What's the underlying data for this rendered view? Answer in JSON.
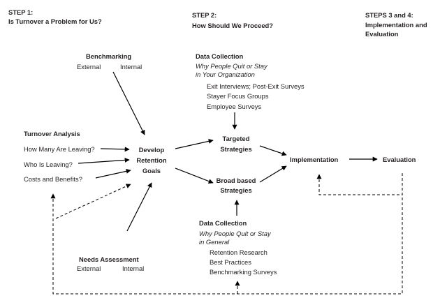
{
  "step1": {
    "label": "STEP 1:",
    "title": "Is Turnover a Problem for Us?"
  },
  "step2": {
    "label": "STEP 2:",
    "title": "How Should We Proceed?"
  },
  "step34": {
    "line1": "STEPS 3 and 4:",
    "line2": "Implementation and",
    "line3": "Evaluation"
  },
  "benchmarking": {
    "title": "Benchmarking",
    "external": "External",
    "internal": "Internal"
  },
  "turnover_analysis": {
    "title": "Turnover Analysis",
    "items": [
      "How Many Are Leaving?",
      "Who Is Leaving?",
      "Costs and Benefits?"
    ]
  },
  "needs_assessment": {
    "title": "Needs Assessment",
    "external": "External",
    "internal": "Internal"
  },
  "develop_goals": {
    "line1": "Develop",
    "line2": "Retention",
    "line3": "Goals"
  },
  "data_collection_org": {
    "title": "Data Collection",
    "subtitle_line1": "Why People Quit or Stay",
    "subtitle_line2": "in Your Organization",
    "items": [
      "Exit Interviews; Post-Exit Surveys",
      "Stayer Focus Groups",
      "Employee Surveys"
    ]
  },
  "targeted_strategies": {
    "line1": "Targeted",
    "line2": "Strategies"
  },
  "broad_strategies": {
    "line1": "Broad based",
    "line2": "Strategies"
  },
  "data_collection_general": {
    "title": "Data Collection",
    "subtitle_line1": "Why People Quit or Stay",
    "subtitle_line2": "in General",
    "items": [
      "Retention Research",
      "Best Practices",
      "Benchmarking Surveys"
    ]
  },
  "implementation": "Implementation",
  "evaluation": "Evaluation",
  "colors": {
    "text": "#231f20",
    "arrow": "#000000",
    "background": "#ffffff"
  }
}
